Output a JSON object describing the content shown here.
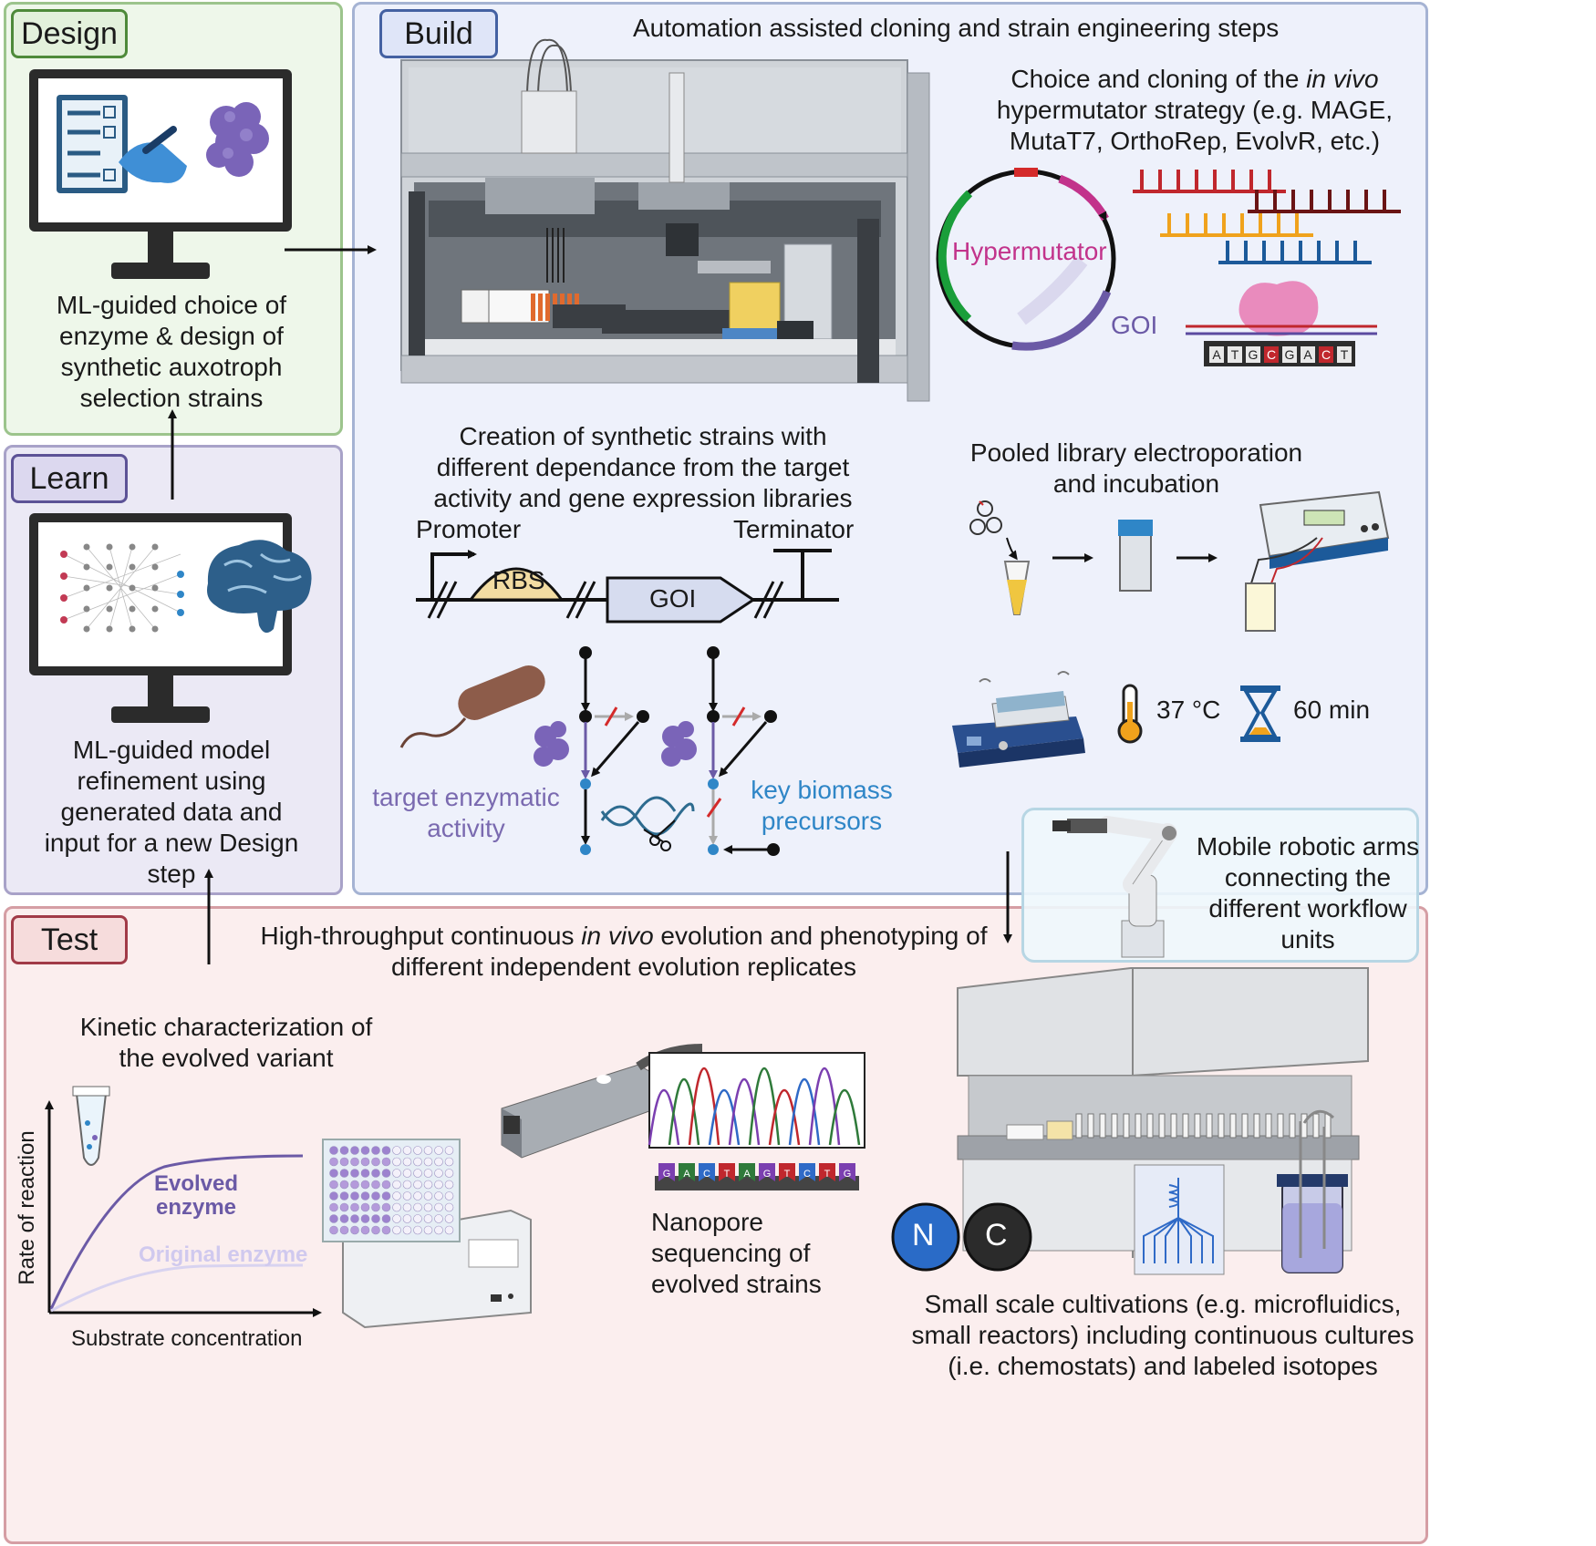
{
  "design": {
    "tag": "Design",
    "caption_lines": [
      "ML-guided choice of",
      "enzyme & design of",
      "synthetic auxotroph",
      "selection strains"
    ]
  },
  "learn": {
    "tag": "Learn",
    "caption_lines": [
      "ML-guided model",
      "refinement using",
      "generated data and",
      "input for a new Design",
      "step"
    ]
  },
  "build": {
    "tag": "Build",
    "header": "Automation assisted cloning and strain engineering steps",
    "hypermutator_lines": [
      "Choice and cloning of the in vivo",
      "hypermutator strategy (e.g. MAGE,",
      "MutaT7, OrthoRep, EvolvR, etc.)"
    ],
    "hypermutator_italic": "in vivo",
    "plasmid_label": "Hypermutator",
    "plasmid_goi": "GOI",
    "base_letters": [
      "A",
      "T",
      "G",
      "C",
      "G",
      "A",
      "C",
      "T"
    ],
    "strains_lines": [
      "Creation of synthetic strains with",
      "different dependance from the target",
      "activity and gene expression libraries"
    ],
    "promoter": "Promoter",
    "terminator": "Terminator",
    "rbs": "RBS",
    "goi": "GOI",
    "enzymatic_lines": [
      "target enzymatic",
      "activity"
    ],
    "biomass_lines": [
      "key biomass",
      "precursors"
    ],
    "electroporation_lines": [
      "Pooled library electroporation",
      "and incubation"
    ],
    "temperature": "37 °C",
    "time": "60 min"
  },
  "robot": {
    "caption_lines": [
      "Mobile robotic arms",
      "connecting the",
      "different workflow",
      "units"
    ]
  },
  "test": {
    "tag": "Test",
    "header_lines": [
      "High-throughput continuous in vivo evolution and phenotyping of",
      "different independent evolution replicates"
    ],
    "header_italic": "in vivo",
    "kinetic_lines": [
      "Kinetic characterization of",
      "the evolved variant"
    ],
    "evolved_lines": [
      "Evolved",
      "enzyme"
    ],
    "original": "Original enzyme",
    "y_axis": "Rate of reaction",
    "x_axis": "Substrate concentration",
    "nanopore_lines": [
      "Nanopore",
      "sequencing of",
      "evolved strains"
    ],
    "seq_letters": [
      "G",
      "A",
      "C",
      "T",
      "A",
      "G",
      "T",
      "C",
      "T",
      "G"
    ],
    "isotope_n": "N",
    "isotope_c": "C",
    "cultivation_lines": [
      "Small scale cultivations (e.g. microfluidics,",
      "small reactors) including continuous cultures",
      "(i.e. chemostats) and labeled isotopes"
    ]
  },
  "colors": {
    "design_bg": "#eef7ea",
    "design_border": "#9cc48c",
    "learn_bg": "#ebe9f5",
    "learn_border": "#a8a2c8",
    "build_bg": "#eef1fb",
    "build_border": "#a5b3d3",
    "test_bg": "#fbeeee",
    "test_border": "#d59ea4",
    "purple": "#6b5aa6",
    "blue": "#2f86c7",
    "magenta": "#c2338b"
  }
}
